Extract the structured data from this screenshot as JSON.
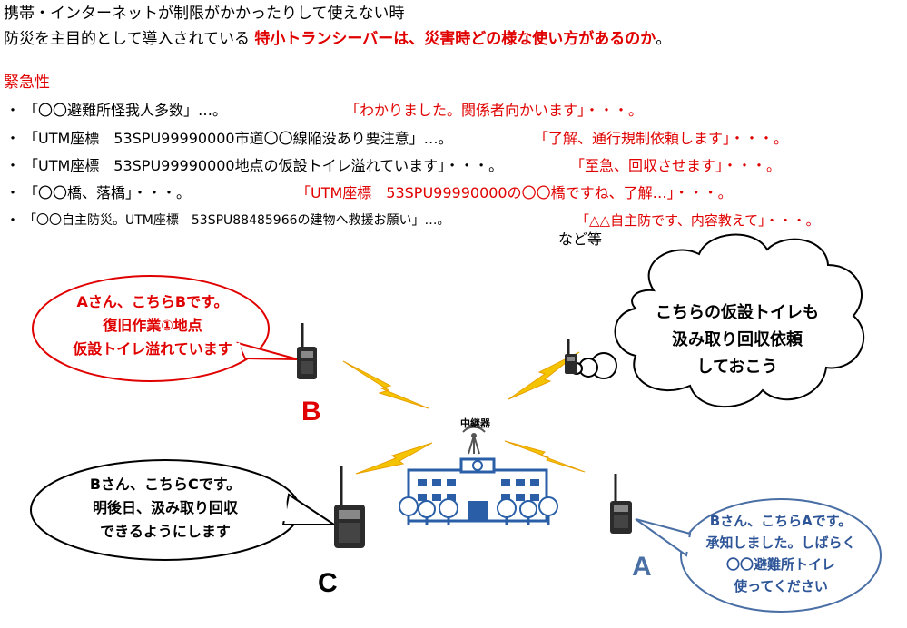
{
  "header": {
    "line1": "携帯・インターネットが制限がかかったりして使えない時",
    "line2_prefix": "防災を主目的として導入されている ",
    "line2_emph": "特小トランシーバーは、災害時どの様な使い方があるのか",
    "line2_suffix": "。"
  },
  "section": {
    "title": "緊急性",
    "items": [
      {
        "bullet": "・",
        "text": "「〇〇避難所怪我人多数」…。",
        "reply": "「わかりました。関係者向かいます」・・・。"
      },
      {
        "bullet": "・",
        "text": "「UTM座標　53SPU99990000市道〇〇線陥没あり要注意」…。",
        "reply": "「了解、通行規制依頼します」・・・。"
      },
      {
        "bullet": "・",
        "text": "「UTM座標　53SPU99990000地点の仮設トイレ溢れています」・・・。",
        "reply": "「至急、回収させます」・・・。"
      },
      {
        "bullet": "・",
        "text": "「〇〇橋、落橋」・・・。",
        "reply": "「UTM座標　53SPU99990000の〇〇橋ですね、了解…」・・・。"
      },
      {
        "bullet": "・",
        "text": "「〇〇自主防災。UTM座標　53SPU88485966の建物へ救援お願い」…。",
        "reply": "「△△自主防です、内容教えて」・・・。"
      }
    ],
    "etc": "など等"
  },
  "diagram": {
    "relay_label": "中継器",
    "bubble_b": [
      "Aさん、こちらBです。",
      "復旧作業①地点",
      "仮設トイレ溢れています"
    ],
    "bubble_thought": [
      "こちらの仮設トイレも",
      "汲み取り回収依頼",
      "しておこう"
    ],
    "bubble_c": [
      "Bさん、こちらCです。",
      "明後日、汲み取り回収",
      "できるようにします"
    ],
    "bubble_a": [
      "Bさん、こちらAです。",
      "承知しました。しばらく",
      "〇〇避難所トイレ",
      "使ってください"
    ],
    "label_b": "B",
    "label_c": "C",
    "label_a": "A",
    "colors": {
      "red": "#e00000",
      "blue": "#4a6fa5",
      "bolt": "#f2c200",
      "bubble_a_text": "#2e5597",
      "building": "#2a5fa8"
    }
  }
}
